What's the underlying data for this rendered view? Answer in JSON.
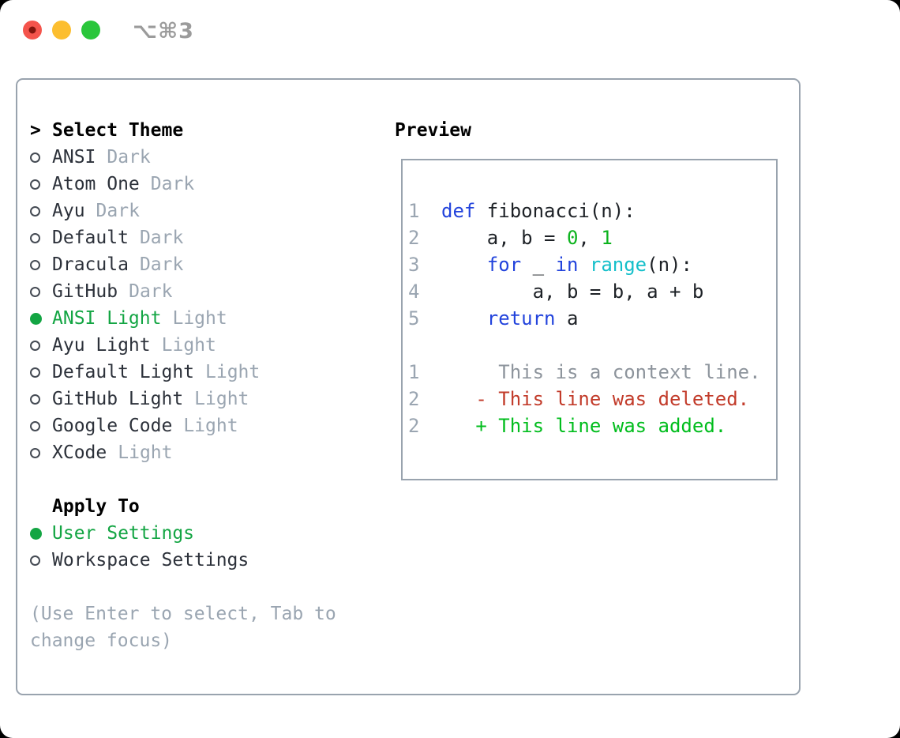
{
  "window": {
    "title": "⌥⌘3"
  },
  "theme_list": {
    "prompt": ">",
    "header": "Select Theme",
    "items": [
      {
        "name": "ANSI",
        "variant": "Dark",
        "selected": false
      },
      {
        "name": "Atom One",
        "variant": "Dark",
        "selected": false
      },
      {
        "name": "Ayu",
        "variant": "Dark",
        "selected": false
      },
      {
        "name": "Default",
        "variant": "Dark",
        "selected": false
      },
      {
        "name": "Dracula",
        "variant": "Dark",
        "selected": false
      },
      {
        "name": "GitHub",
        "variant": "Dark",
        "selected": false
      },
      {
        "name": "ANSI Light",
        "variant": "Light",
        "selected": true
      },
      {
        "name": "Ayu Light",
        "variant": "Light",
        "selected": false
      },
      {
        "name": "Default Light",
        "variant": "Light",
        "selected": false
      },
      {
        "name": "GitHub Light",
        "variant": "Light",
        "selected": false
      },
      {
        "name": "Google Code",
        "variant": "Light",
        "selected": false
      },
      {
        "name": "XCode",
        "variant": "Light",
        "selected": false
      }
    ]
  },
  "apply_to": {
    "header": "Apply To",
    "items": [
      {
        "name": "User Settings",
        "selected": true
      },
      {
        "name": "Workspace Settings",
        "selected": false
      }
    ]
  },
  "hint": {
    "line1": "(Use Enter to select, Tab to",
    "line2": "change focus)"
  },
  "preview": {
    "header": "Preview",
    "code_lines": [
      {
        "num": "1",
        "tokens": [
          {
            "text": "def",
            "type": "keyword"
          },
          {
            "text": " fibonacci(n):",
            "type": "plain"
          }
        ]
      },
      {
        "num": "2",
        "tokens": [
          {
            "text": "    a, b = ",
            "type": "plain"
          },
          {
            "text": "0",
            "type": "number"
          },
          {
            "text": ", ",
            "type": "plain"
          },
          {
            "text": "1",
            "type": "number"
          }
        ]
      },
      {
        "num": "3",
        "tokens": [
          {
            "text": "    ",
            "type": "plain"
          },
          {
            "text": "for",
            "type": "keyword"
          },
          {
            "text": " _ ",
            "type": "plain"
          },
          {
            "text": "in",
            "type": "keyword"
          },
          {
            "text": " ",
            "type": "plain"
          },
          {
            "text": "range",
            "type": "builtin"
          },
          {
            "text": "(n):",
            "type": "plain"
          }
        ]
      },
      {
        "num": "4",
        "tokens": [
          {
            "text": "        a, b = b, a + b",
            "type": "plain"
          }
        ]
      },
      {
        "num": "5",
        "tokens": [
          {
            "text": "    ",
            "type": "plain"
          },
          {
            "text": "return",
            "type": "keyword"
          },
          {
            "text": " a",
            "type": "plain"
          }
        ]
      }
    ],
    "diff_lines": [
      {
        "num": "1",
        "text": "     This is a context line.",
        "type": "context"
      },
      {
        "num": "2",
        "text": "   - This line was deleted.",
        "type": "deleted"
      },
      {
        "num": "2",
        "text": "   + This line was added.",
        "type": "added"
      }
    ]
  },
  "colors": {
    "accent_green": "#13a543",
    "keyword_blue": "#2243dc",
    "builtin_cyan": "#14bfca",
    "number_green": "#0db31e",
    "added_green": "#01bd1d",
    "deleted_red": "#c23b2a",
    "muted_gray": "#9aa5b1",
    "border_gray": "#99a3ae",
    "traffic_red": "#f4544c",
    "traffic_yellow": "#fcbe2f",
    "traffic_green": "#2ac63b"
  }
}
